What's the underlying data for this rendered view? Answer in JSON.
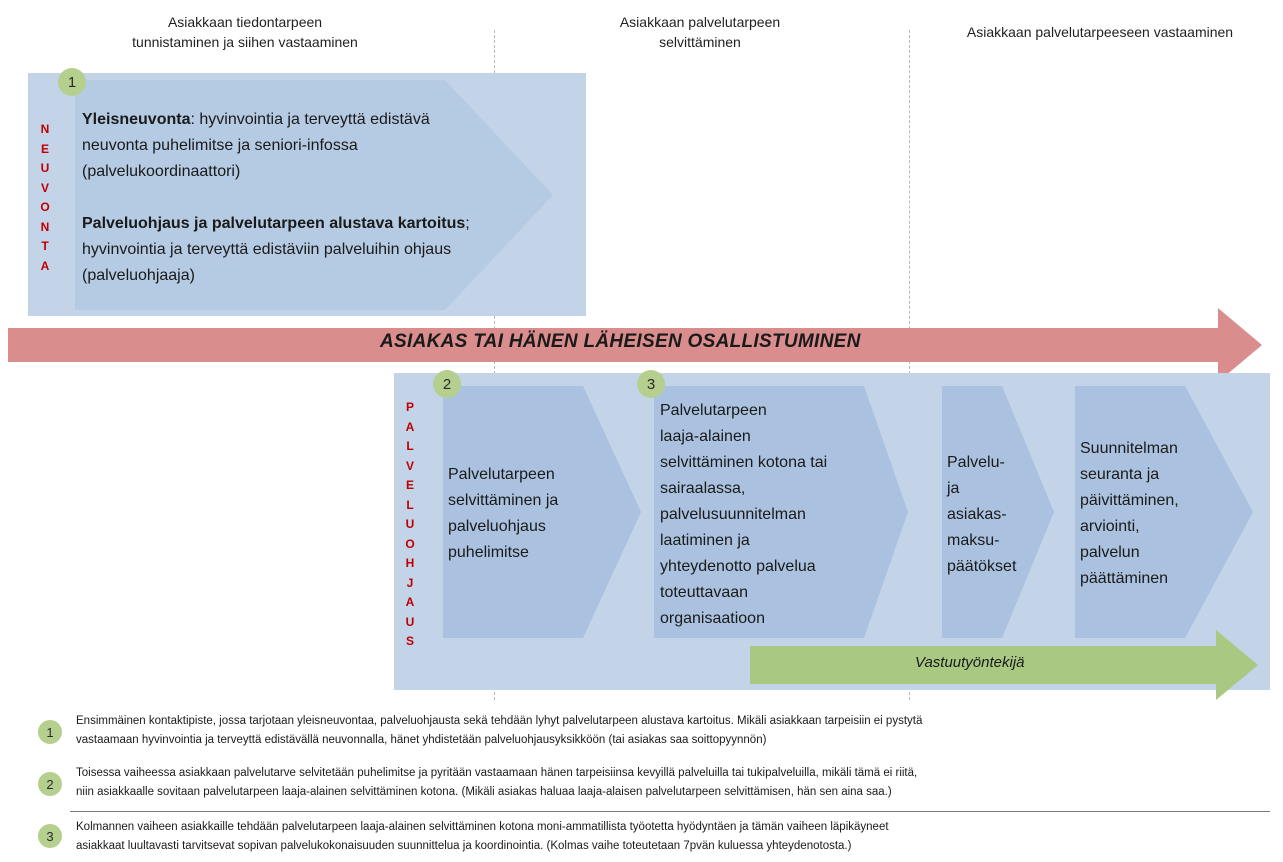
{
  "columns": [
    {
      "line1": "Asiakkaan tiedontarpeen",
      "line2": "tunnistaminen ja siihen vastaaminen"
    },
    {
      "line1": "Asiakkaan palvelutarpeen",
      "line2": "selvittäminen"
    },
    {
      "line1": "Asiakkaan palvelutarpeeseen vastaaminen",
      "line2": ""
    }
  ],
  "neuvonta": {
    "side_label": [
      "N",
      "E",
      "U",
      "V",
      "O",
      "N",
      "T",
      "A"
    ],
    "step": "1",
    "p1_bold": "Yleisneuvonta",
    "p1_rest": ": hyvinvointia ja terveyttä edistävä neuvonta puhelimitse ja seniori-infossa (palvelukoordinaattori)",
    "p2_bold": "Palveluohjaus ja palvelutarpeen alustava kartoitus",
    "p2_rest": "; hyvinvointia ja terveyttä edistäviin palveluihin ohjaus (palveluohjaaja)"
  },
  "main_arrow": {
    "label": "ASIAKAS TAI HÄNEN LÄHEISEN OSALLISTUMINEN",
    "color": "#d98d8d"
  },
  "palveluohjaus": {
    "side_label": [
      "P",
      "A",
      "L",
      "V",
      "E",
      "L",
      "U",
      "O",
      "H",
      "J",
      "A",
      "U",
      "S"
    ],
    "steps": [
      {
        "num": "2",
        "lines": [
          "Palvelutarpeen",
          "selvittäminen ja",
          "palveluohjaus",
          "puhelimitse"
        ]
      },
      {
        "num": "3",
        "lines": [
          "Palvelutarpeen",
          "laaja-alainen",
          "selvittäminen kotona tai",
          "sairaalassa,",
          "palvelusuunnitelman",
          "laatiminen ja",
          "yhteydenotto palvelua",
          "toteuttavaan",
          "organisaatioon"
        ]
      },
      {
        "num": "",
        "lines": [
          "Palvelu-",
          "ja",
          "asiakas-",
          "maksu-",
          "päätökset"
        ]
      },
      {
        "num": "",
        "lines": [
          "Suunnitelman",
          "seuranta ja",
          "päivittäminen,",
          "arviointi,",
          "palvelun",
          "päättäminen"
        ]
      }
    ]
  },
  "green_arrow": {
    "label": "Vastuutyöntekijä",
    "color": "#a9c983"
  },
  "notes": [
    {
      "num": "1",
      "line1": "Ensimmäinen kontaktipiste, jossa tarjotaan yleisneuvontaa, palveluohjausta sekä tehdään lyhyt palvelutarpeen alustava kartoitus. Mikäli asiakkaan tarpeisiin ei pystytä",
      "line2": "vastaamaan hyvinvointia ja terveyttä edistävällä neuvonnalla, hänet yhdistetään palveluohjausyksikköön (tai asiakas saa soittopyynnön)"
    },
    {
      "num": "2",
      "line1": "Toisessa vaiheessa asiakkaan palvelutarve selvitetään puhelimitse ja pyritään vastaamaan hänen tarpeisiinsa kevyillä palveluilla tai tukipalveluilla, mikäli tämä ei riitä,",
      "line2": "niin asiakkaalle sovitaan palvelutarpeen laaja-alainen selvittäminen kotona. (Mikäli asiakas haluaa laaja-alaisen palvelutarpeen selvittämisen, hän sen aina saa.)"
    },
    {
      "num": "3",
      "line1": "Kolmannen vaiheen asiakkaille tehdään palvelutarpeen laaja-alainen selvittäminen kotona moni-ammatillista työotetta hyödyntäen ja tämän vaiheen läpikäyneet",
      "line2": "asiakkaat luultavasti tarvitsevat sopivan palvelukokonaisuuden suunnittelua ja koordinointia. (Kolmas vaihe toteutetaan 7pvän kuluessa yhteydenotosta.)"
    }
  ],
  "colors": {
    "panel": "#c3d3e8",
    "chevron": "#aac2df",
    "circle": "#b5cf8e",
    "side_label": "#c00000"
  }
}
